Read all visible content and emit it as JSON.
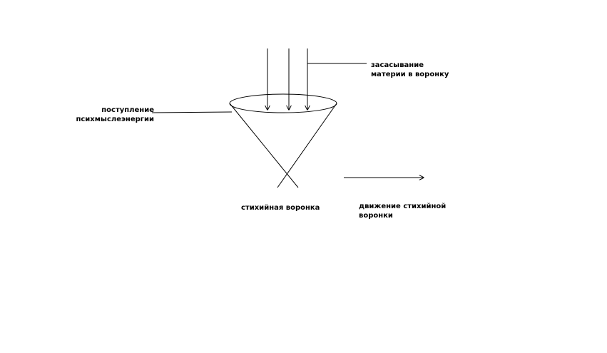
{
  "labels": {
    "matter_intake": [
      "засасывание",
      "материи в воронку"
    ],
    "energy_input": [
      "поступление",
      "психмыслеэнергии"
    ],
    "funnel": "стихийная воронка",
    "motion": [
      "движение стихийной",
      "воронки"
    ]
  },
  "colors": {
    "stroke": "#000000",
    "background": "#ffffff"
  }
}
